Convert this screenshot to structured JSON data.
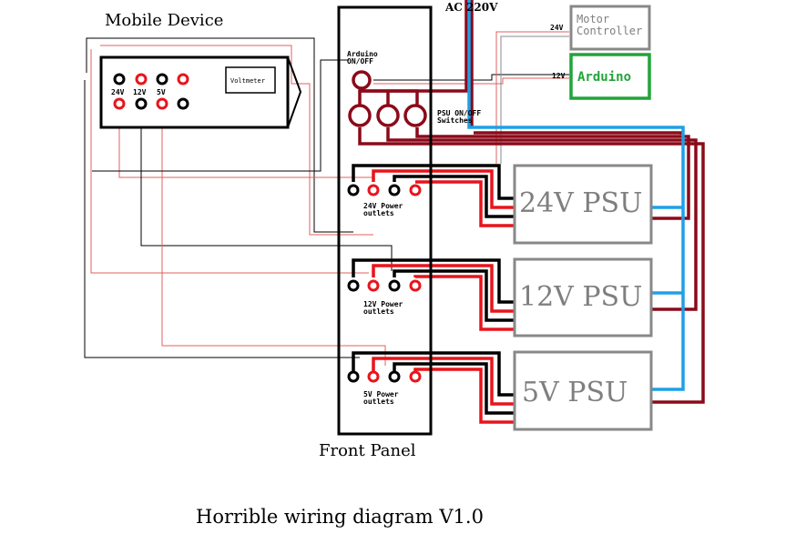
{
  "title": "Horrible wiring diagram V1.0",
  "mobile_device": {
    "heading": "Mobile Device",
    "voltage_labels": [
      "24V",
      "12V",
      "5V"
    ],
    "voltmeter_label": "Voltmeter"
  },
  "front_panel": {
    "label": "Front Panel",
    "arduino_switch_label": [
      "Arduino",
      "ON/OFF"
    ],
    "psu_switch_label": [
      "PSU ON/OFF",
      "Switches"
    ],
    "outlets": [
      {
        "label": [
          "24V Power",
          "outlets"
        ]
      },
      {
        "label": [
          "12V Power",
          "outlets"
        ]
      },
      {
        "label": [
          "5V Power",
          "outlets"
        ]
      }
    ]
  },
  "ac_label": "AC 220V",
  "motor_controller": {
    "label": [
      "Motor",
      "Controller"
    ],
    "voltage": "24V"
  },
  "arduino": {
    "label": "Arduino",
    "voltage": "12V",
    "border_color": "#22a33a"
  },
  "psus": [
    {
      "label": "24V PSU"
    },
    {
      "label": "12V PSU"
    },
    {
      "label": "5V PSU"
    }
  ],
  "colors": {
    "black_wire": "#000000",
    "red_wire": "#e8141c",
    "dark_red_wire": "#8b0a1a",
    "blue_wire": "#1ea0e6",
    "thin_red_wire": "#e06060",
    "gray_wire": "#888888"
  }
}
